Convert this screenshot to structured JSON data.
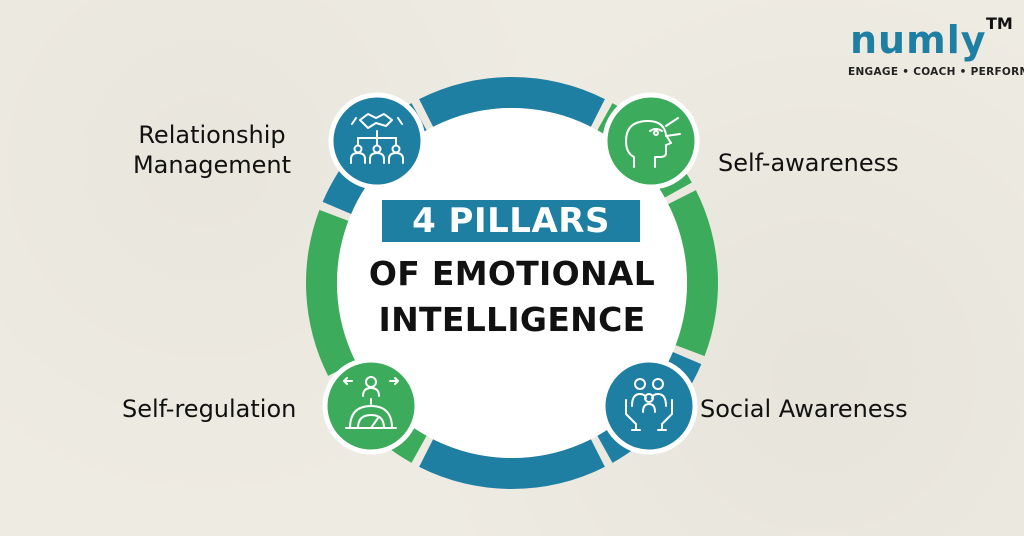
{
  "logo": {
    "wordmark": "numly",
    "trademark": "TM",
    "tagline": "ENGAGE • COACH • PERFORM℠"
  },
  "center": {
    "title": "4 PILLARS",
    "line1": "OF EMOTIONAL",
    "line2": "INTELLIGENCE"
  },
  "pillars": {
    "relationship": {
      "label": "Relationship Management",
      "icon": "handshake-team-icon"
    },
    "self_awareness": {
      "label": "Self-awareness",
      "icon": "head-eye-icon"
    },
    "self_regulation": {
      "label": "Self-regulation",
      "icon": "person-gauge-icon"
    },
    "social_awareness": {
      "label": "Social Awareness",
      "icon": "family-hands-icon"
    }
  },
  "colors": {
    "blue": "#1f7fa3",
    "green": "#3dab5c",
    "background": "#eeebe2"
  }
}
